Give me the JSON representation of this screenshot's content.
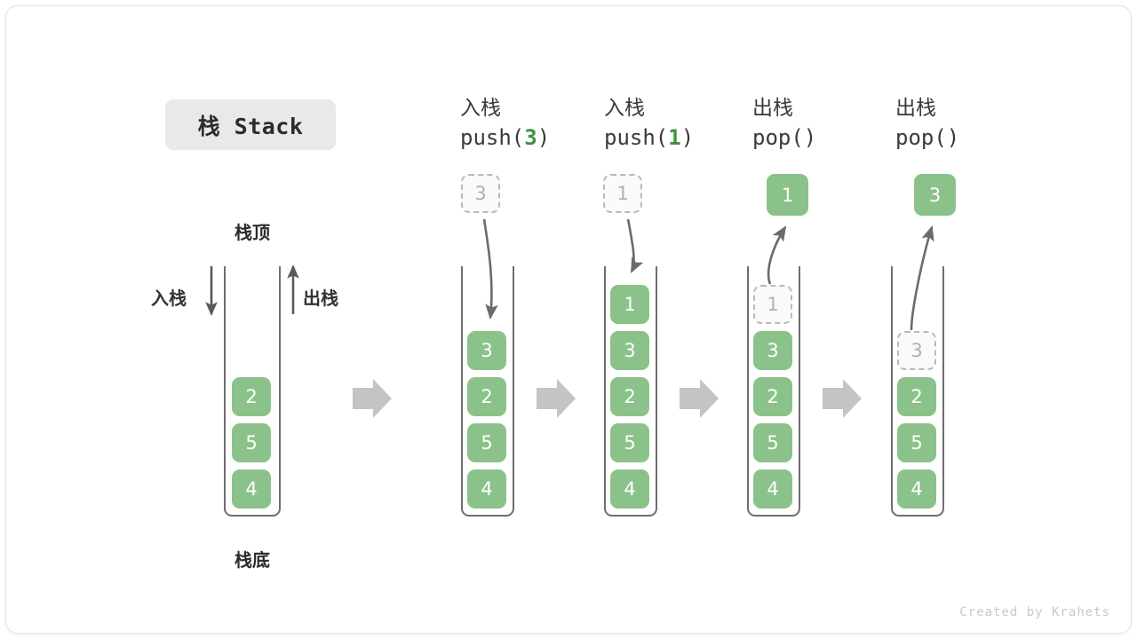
{
  "diagram": {
    "title_badge": "栈 Stack",
    "credit": "Created by Krahets",
    "colors": {
      "element_green": "#8bc28a",
      "accent_green_text": "#3f9142",
      "ghost_border": "#b9b9b9",
      "ghost_fill": "#fafafa",
      "container_stroke": "#6e6e6e",
      "flow_arrow": "#c4c4c4",
      "badge_bg": "#e9e9e9",
      "text_dark": "#3a3a3a"
    },
    "base_stack": {
      "top_caption": "栈顶",
      "bottom_caption": "栈底",
      "push_label": "入栈",
      "pop_label": "出栈",
      "values": [
        "2",
        "5",
        "4"
      ]
    },
    "steps": [
      {
        "id": "push-3",
        "cn_label": "入栈",
        "code_prefix": "push(",
        "code_arg": "3",
        "code_suffix": ")",
        "floating_value": "3",
        "floating_state": "ghost",
        "direction": "in",
        "stack_values": [
          "3",
          "2",
          "5",
          "4"
        ],
        "ghost_index": -1
      },
      {
        "id": "push-1",
        "cn_label": "入栈",
        "code_prefix": "push(",
        "code_arg": "1",
        "code_suffix": ")",
        "floating_value": "1",
        "floating_state": "ghost",
        "direction": "in",
        "stack_values": [
          "1",
          "3",
          "2",
          "5",
          "4"
        ],
        "ghost_index": -1
      },
      {
        "id": "pop-1",
        "cn_label": "出栈",
        "code_prefix": "pop(",
        "code_arg": "",
        "code_suffix": ")",
        "floating_value": "1",
        "floating_state": "solid",
        "direction": "out",
        "stack_values": [
          "1",
          "3",
          "2",
          "5",
          "4"
        ],
        "ghost_index": 0
      },
      {
        "id": "pop-2",
        "cn_label": "出栈",
        "code_prefix": "pop(",
        "code_arg": "",
        "code_suffix": ")",
        "floating_value": "3",
        "floating_state": "solid",
        "direction": "out",
        "stack_values": [
          "3",
          "2",
          "5",
          "4"
        ],
        "ghost_index": 0
      }
    ],
    "flow_arrows": [
      "→",
      "→",
      "→",
      "→"
    ]
  }
}
